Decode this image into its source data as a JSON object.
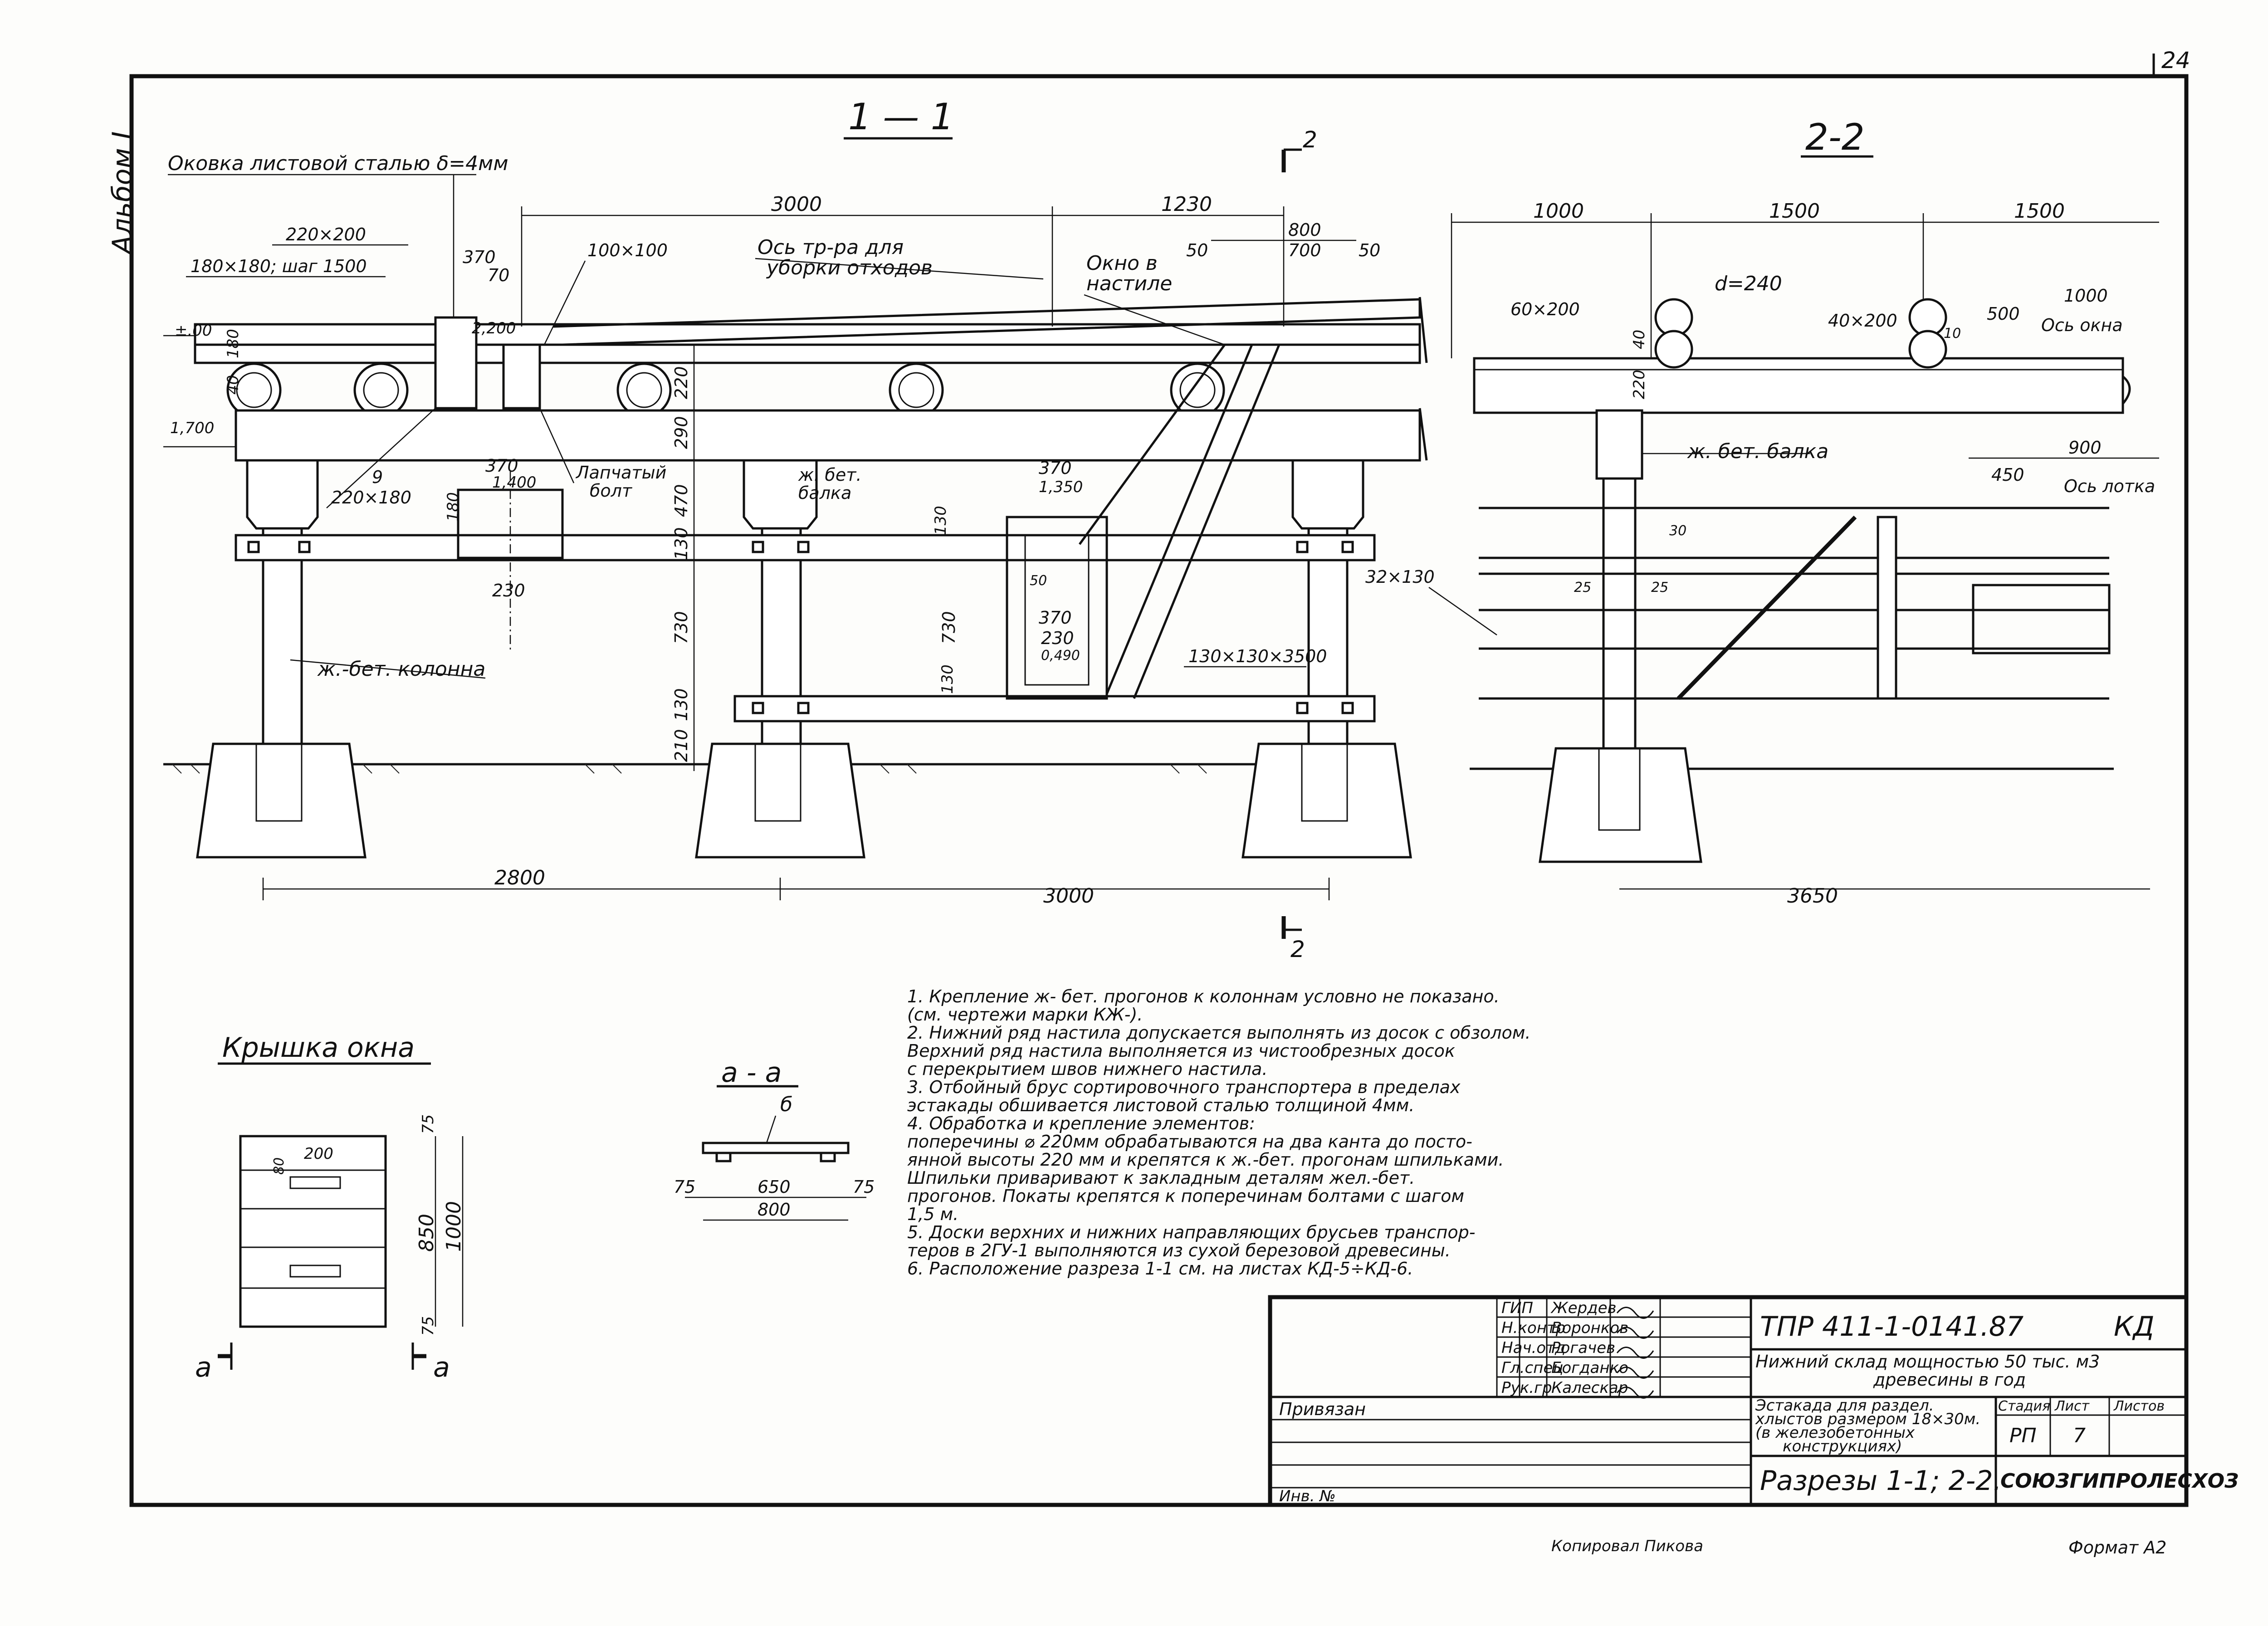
{
  "sheet": {
    "corner_number": "24",
    "album_label": "Альбом I",
    "format_label": "Формат А2",
    "copied_label": "Копировал  Пикова"
  },
  "section_1_1": {
    "title": "1 — 1",
    "cut_mark_label": "2",
    "labels": {
      "cladding": "Оковка листовой сталью δ=4мм",
      "beam_220": "220×200",
      "beam_180": "180×180; шаг 1500",
      "bar_100": "100×100",
      "transport_axis_1": "Ось тр-ра для",
      "transport_axis_2": "уборки отходов",
      "window_1": "Окно в",
      "window_2": "настиле",
      "bolt_label_1": "Лапчатый",
      "bolt_label_2": "болт",
      "rc_beam_1": "ж. бет.",
      "rc_beam_2": "балка",
      "rc_column": "ж.-бет. колонна",
      "post": "130×130×3500",
      "nine": "9",
      "block_220": "220×180"
    },
    "dimensions": {
      "top_3000": "3000",
      "top_1230": "1230",
      "d800": "800",
      "d700": "700",
      "d50a": "50",
      "d50b": "50",
      "d370a": "370",
      "d70": "70",
      "d2200": "2,200",
      "d370b": "370",
      "d1400": "1,400",
      "d230a": "230",
      "d180": "180",
      "d370c": "370",
      "d1350": "1,350",
      "d130a": "130",
      "d370d": "370",
      "d230b": "230",
      "d0490": "0,490",
      "d50c": "50",
      "lev_a": "±.00",
      "lev_b": "1,700",
      "v220": "220",
      "v290": "290",
      "v470": "470",
      "v130a": "130",
      "v730": "730",
      "v130b": "130",
      "v210": "210",
      "v130c": "130",
      "v730b": "730",
      "v130d": "130",
      "v40": "40",
      "v180": "180",
      "bot_2800": "2800",
      "bot_3000": "3000"
    }
  },
  "section_2_2": {
    "title": "2-2",
    "labels": {
      "diameter": "d=240",
      "board_60": "60×200",
      "board_40": "40×200",
      "window_axis": "Ось окна",
      "rc_beam": "ж. бет. балка",
      "tray_axis": "Ось лотка",
      "board_32": "32×130"
    },
    "dimensions": {
      "d1000": "1000",
      "d1500a": "1500",
      "d1500b": "1500",
      "d1000b": "1000",
      "d500": "500",
      "d10": "10",
      "d900": "900",
      "d450": "450",
      "d30": "30",
      "d25a": "25",
      "d25b": "25",
      "v40": "40",
      "v220": "220",
      "bot_3650": "3650"
    }
  },
  "window_cover": {
    "title": "Крышка окна",
    "cut_a": "а",
    "dimensions": {
      "d200": "200",
      "d80": "80",
      "d75a": "75",
      "d850": "850",
      "d1000": "1000",
      "d75b": "75"
    }
  },
  "section_a_a": {
    "title": "а - а",
    "label_b": "б",
    "dimensions": {
      "d75a": "75",
      "d650": "650",
      "d75b": "75",
      "d800": "800"
    }
  },
  "notes": [
    "1. Крепление ж- бет. прогонов к колоннам условно не показано.",
    "    (см. чертежи марки КЖ-).",
    "2. Нижний ряд настила допускается выполнять из досок с обзолом.",
    "    Верхний ряд настила выполняется из чистообрезных досок",
    "    с перекрытием швов нижнего настила.",
    "3. Отбойный брус сортировочного транспортера в пределах",
    "    эстакады обшивается листовой сталью толщиной 4мм.",
    "4. Обработка и крепление элементов:",
    "    поперечины ⌀ 220мм обрабатываются на два канта до посто-",
    "    янной высоты 220 мм и крепятся к ж.-бет. прогонам шпильками.",
    "    Шпильки приваривают к закладным деталям жел.-бет.",
    "    прогонов. Покаты крепятся к поперечинам болтами с шагом",
    "    1,5 м.",
    "5. Доски верхних и нижних направляющих брусьев транспор-",
    "    теров в 2ГУ-1 выполняются из сухой березовой древесины.",
    "6. Расположение разреза 1-1 см. на листах КД-5÷КД-6."
  ],
  "title_block": {
    "roles": [
      "ГИП",
      "Н.контр",
      "Нач.отд",
      "Гл.спец",
      "Рук.гр"
    ],
    "names": [
      "Жердев",
      "Воронков",
      "Рогачев",
      "Богданко",
      "Калескар"
    ],
    "doc_code": "ТПР 411-1-0141.87",
    "mark": "КД",
    "object_title_1": "Нижний склад мощностью 50 тыс. м3",
    "object_title_2": "древесины в год",
    "element_1": "Эстакада для раздел.",
    "element_2": "хлыстов размером 18×30м.",
    "element_3": "(в железобетонных",
    "element_4": "конструкциях)",
    "stage_h": "Стадия",
    "sheet_h": "Лист",
    "sheets_h": "Листов",
    "stage": "РП",
    "sheet": "7",
    "sheet_title": "Разрезы 1-1; 2-2.",
    "org": "СОЮЗГИПРОЛЕСХОЗ",
    "tied": "Привязан",
    "inv": "Инв. №"
  }
}
